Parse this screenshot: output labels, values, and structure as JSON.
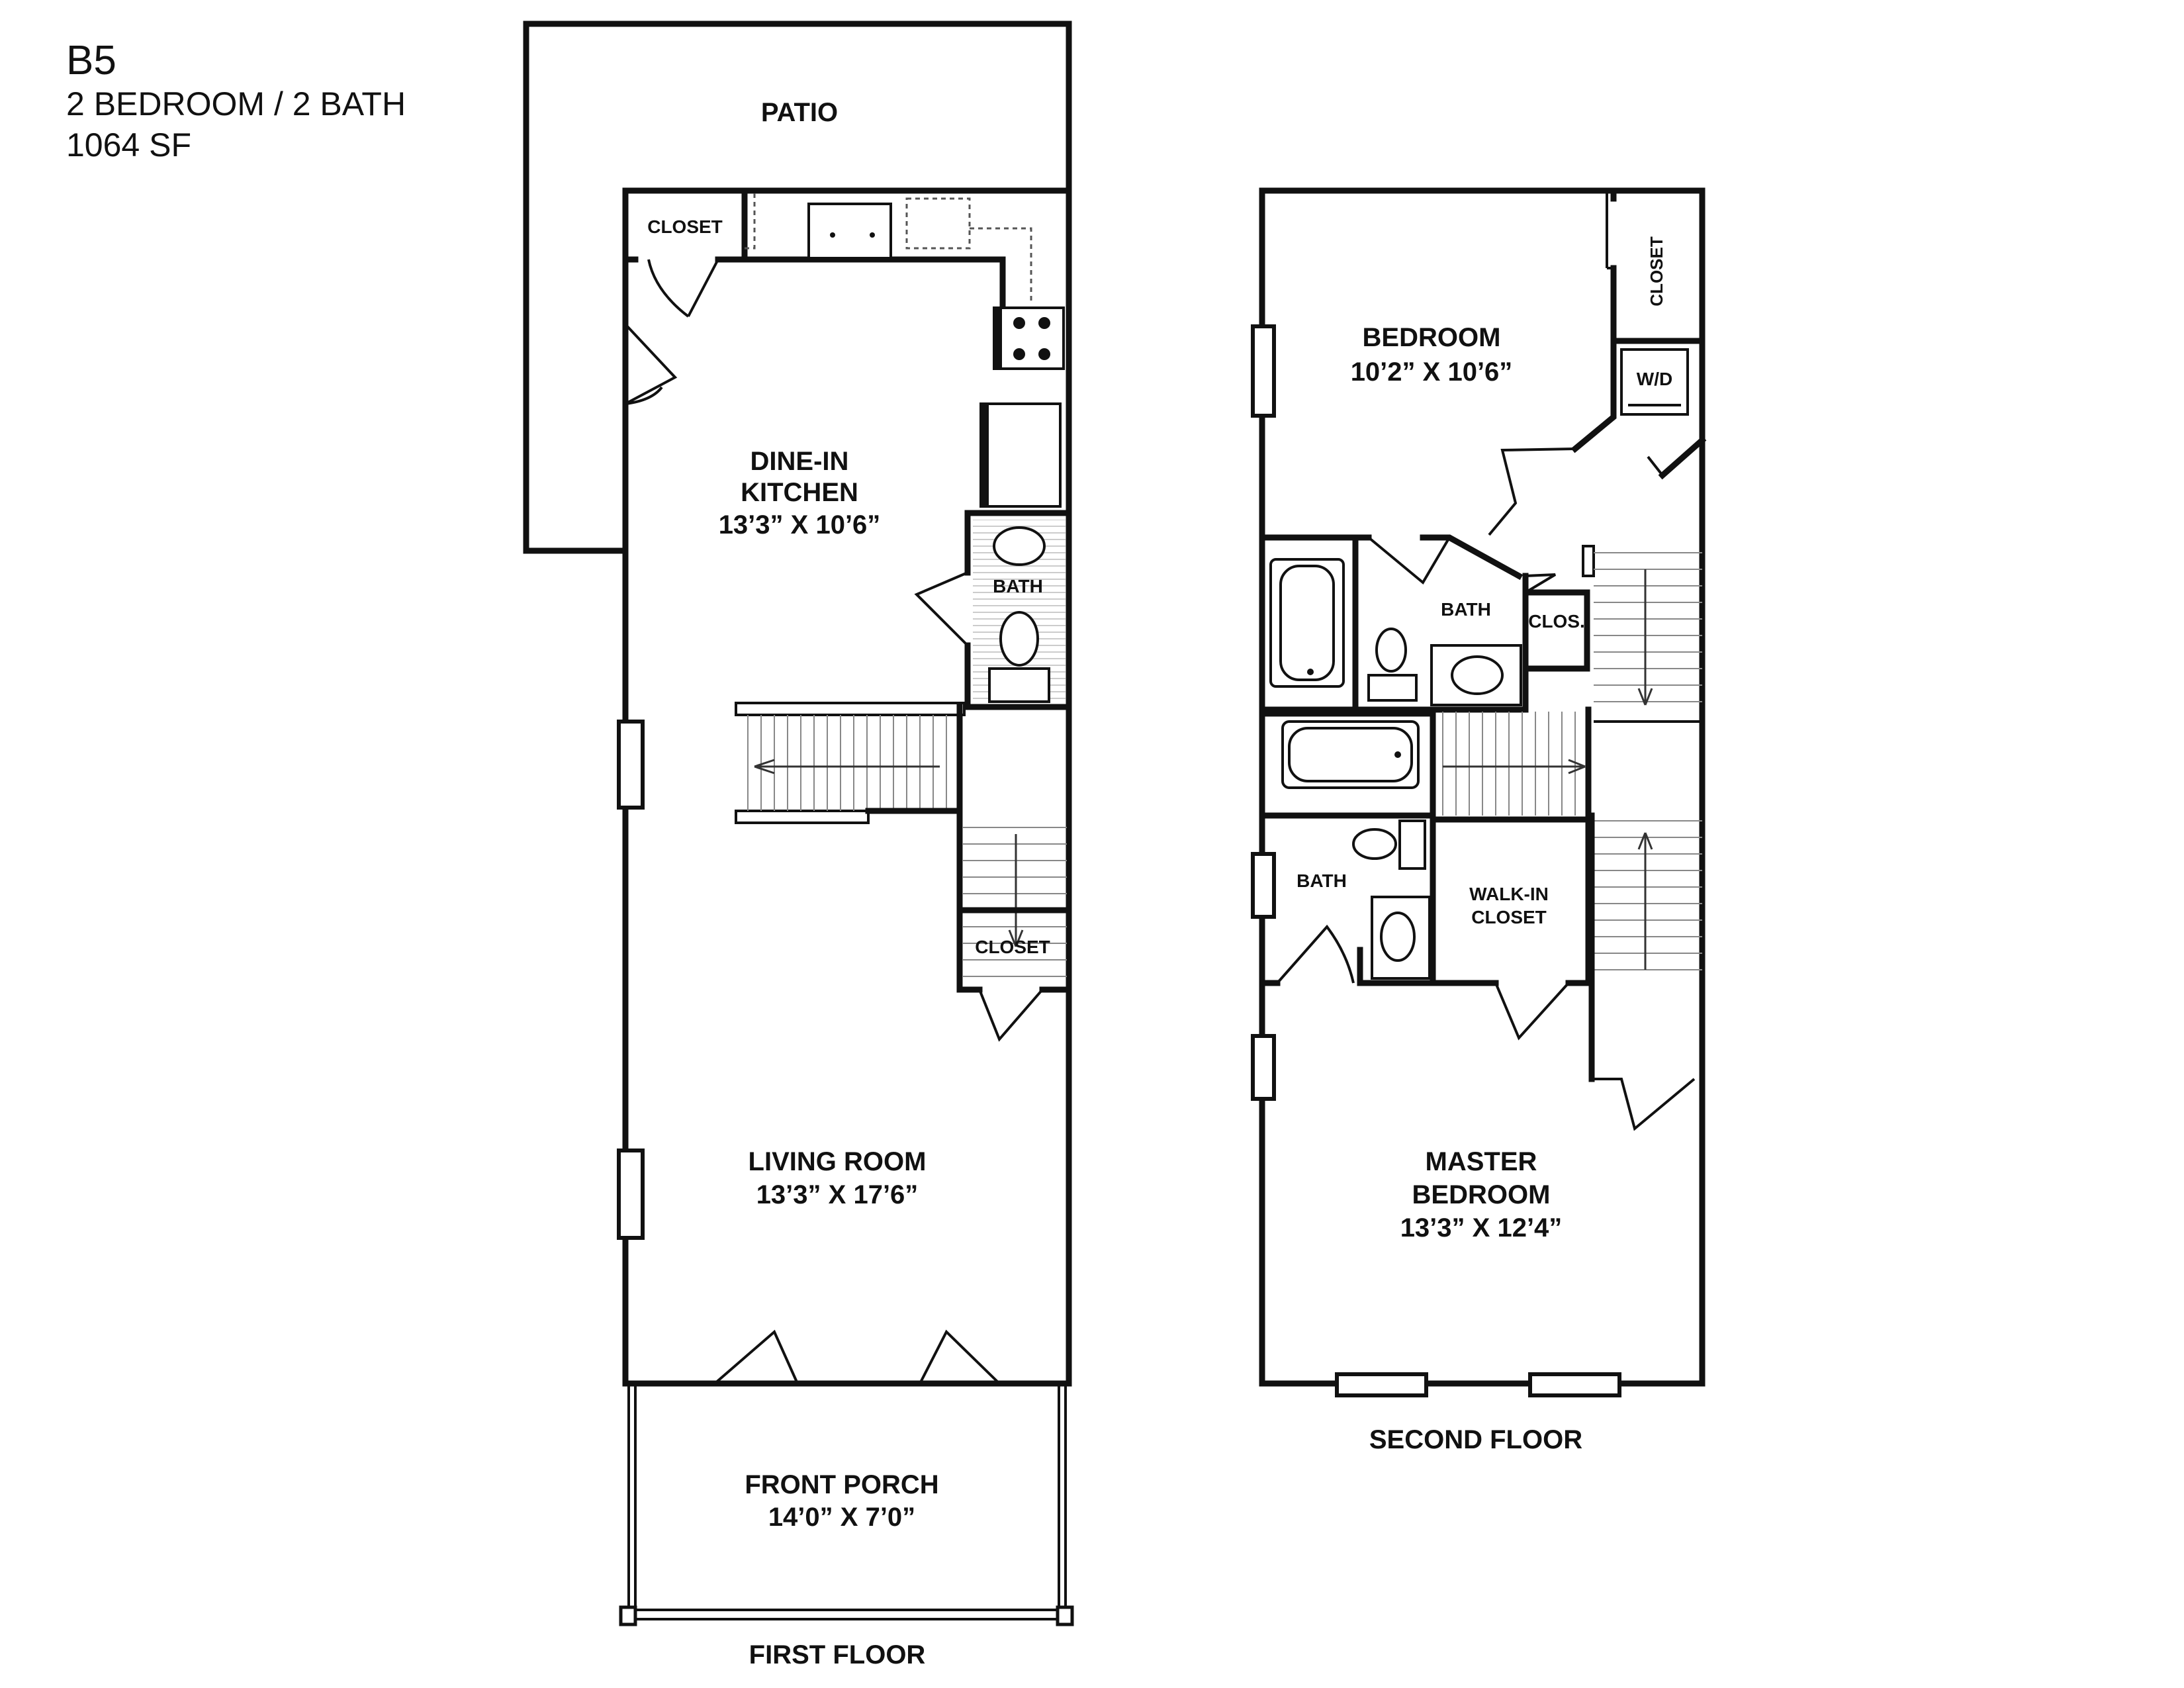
{
  "header": {
    "unit_code": "B5",
    "layout": "2 BEDROOM / 2 BATH",
    "area": "1064 SF"
  },
  "first_floor": {
    "title": "FIRST FLOOR",
    "patio": "PATIO",
    "closet_top": "CLOSET",
    "kitchen_line1": "DINE-IN",
    "kitchen_line2": "KITCHEN",
    "kitchen_dims": "13’3” X 10’6”",
    "bath": "BATH",
    "closet_stair": "CLOSET",
    "living": "LIVING ROOM",
    "living_dims": "13’3” X 17’6”",
    "porch": "FRONT PORCH",
    "porch_dims": "14’0” X 7’0”"
  },
  "second_floor": {
    "title": "SECOND FLOOR",
    "bedroom": "BEDROOM",
    "bedroom_dims": "10’2” X 10’6”",
    "closet_vertical": "CLOSET",
    "wd": "W/D",
    "bath_upper": "BATH",
    "clos": "CLOS.",
    "bath_lower": "BATH",
    "walkin_line1": "WALK-IN",
    "walkin_line2": "CLOSET",
    "master_line1": "MASTER",
    "master_line2": "BEDROOM",
    "master_dims": "13’3” X 12’4”"
  }
}
